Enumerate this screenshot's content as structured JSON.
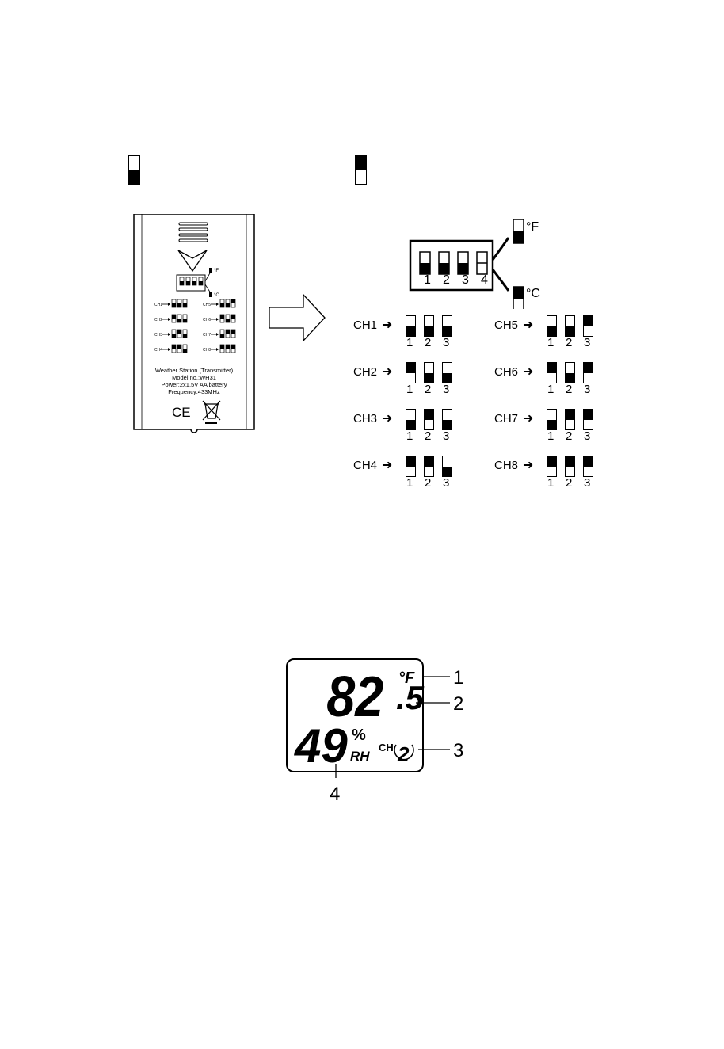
{
  "legend": {
    "off_state": "down",
    "on_state": "up"
  },
  "dip_block": {
    "numbers": [
      "1",
      "2",
      "3",
      "4"
    ],
    "unit_f": "°F",
    "unit_c": "°C"
  },
  "channels": [
    {
      "label": "CH1",
      "switches": [
        "down",
        "down",
        "down"
      ]
    },
    {
      "label": "CH2",
      "switches": [
        "up",
        "down",
        "down"
      ]
    },
    {
      "label": "CH3",
      "switches": [
        "down",
        "up",
        "down"
      ]
    },
    {
      "label": "CH4",
      "switches": [
        "up",
        "up",
        "down"
      ]
    },
    {
      "label": "CH5",
      "switches": [
        "down",
        "down",
        "up"
      ]
    },
    {
      "label": "CH6",
      "switches": [
        "up",
        "down",
        "up"
      ]
    },
    {
      "label": "CH7",
      "switches": [
        "down",
        "up",
        "up"
      ]
    },
    {
      "label": "CH8",
      "switches": [
        "up",
        "up",
        "up"
      ]
    }
  ],
  "switch_numbers": [
    "1",
    "2",
    "3"
  ],
  "transmitter": {
    "lines": [
      "Weather Station (Transmitter)",
      "Model no.:WH31",
      "Power:2x1.5V  AA battery",
      "Frequency:433MHz"
    ],
    "mini_f": "°F",
    "mini_c": "°C",
    "ce_mark": "CE",
    "channel_labels": [
      "CH1",
      "CH2",
      "CH3",
      "CH4",
      "CH5",
      "CH6",
      "CH7",
      "CH8"
    ]
  },
  "lcd": {
    "temp_int": "82",
    "temp_dec": ".5",
    "temp_unit": "°F",
    "humidity": "49",
    "humidity_unit": "%",
    "rh": "RH",
    "ch_label": "CH",
    "ch_value": "2",
    "callouts": [
      "1",
      "2",
      "3",
      "4"
    ]
  }
}
